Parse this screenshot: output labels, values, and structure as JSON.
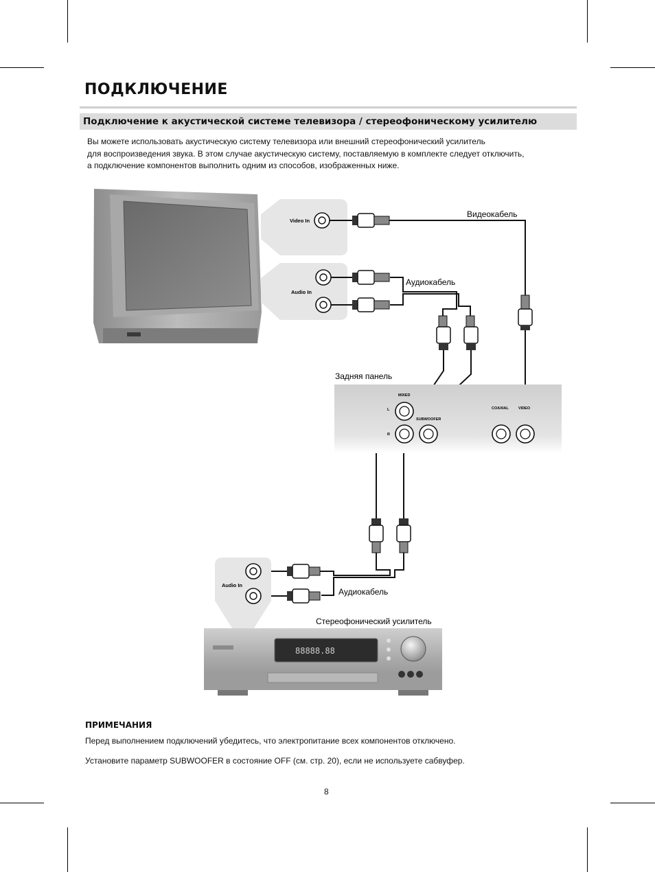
{
  "heading": "ПОДКЛЮЧЕНИЕ",
  "section_title": "Подключение к акустической системе телевизора / стереофоническому усилителю",
  "intro_lines": [
    "Вы можете использовать акустическую систему телевизора или внешний стереофонический усилитель",
    "для воспроизведения звука. В этом случае акустическую систему, поставляемую в комплекте следует отключить,",
    "а подключение компонентов выполнить одним из способов, изображенных ниже."
  ],
  "diagram": {
    "tv_video_in": "Video In",
    "tv_audio_in": "Audio In",
    "video_cable": "Видеокабель",
    "audio_cable_top": "Аудиокабель",
    "rear_panel": "Задняя панель",
    "mixed": "MIXED",
    "left": "L",
    "right": "R",
    "subwoofer": "SUBWOOFER",
    "coaxial": "COAXIAL",
    "video": "VIDEO",
    "amp_audio_in": "Audio In",
    "audio_cable_bottom": "Аудиокабель",
    "amplifier": "Стереофонический усилитель"
  },
  "notes": {
    "title": "ПРИМЕЧАНИЯ",
    "items": [
      "Перед выполнением подключений убедитесь, что электропитание всех компонентов отключено.",
      "Установите параметр SUBWOOFER в состояние OFF (см. стр. 20), если не используете сабвуфер."
    ]
  },
  "page_number": "8",
  "colors": {
    "section_bar": "#dcdcdc",
    "callout": "#e6e6e6",
    "cable": "#111111"
  }
}
